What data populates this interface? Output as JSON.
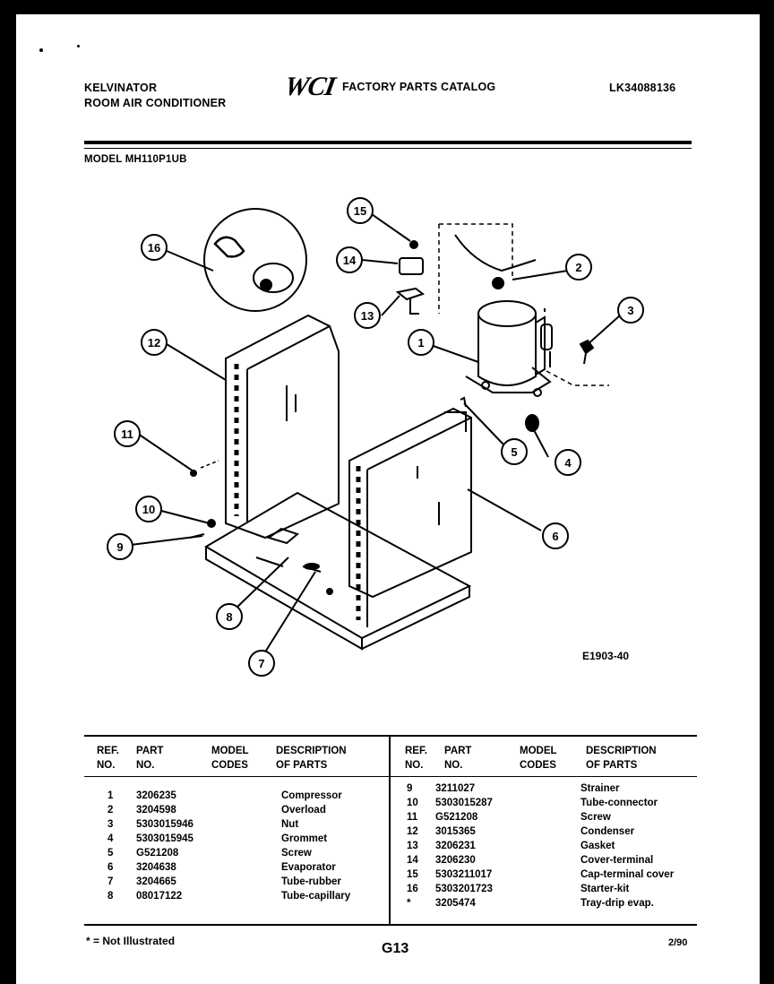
{
  "header": {
    "brand": "KELVINATOR",
    "product": "ROOM AIR CONDITIONER",
    "logo_text": "WCI",
    "catalog_title": "FACTORY PARTS CATALOG",
    "catalog_number": "LK34088136",
    "model_line": "MODEL MH110P1UB"
  },
  "diagram": {
    "figure_code": "E1903-40",
    "callouts": [
      "1",
      "2",
      "3",
      "4",
      "5",
      "6",
      "7",
      "8",
      "9",
      "10",
      "11",
      "12",
      "13",
      "14",
      "15",
      "16"
    ]
  },
  "table": {
    "headers": {
      "ref_no": [
        "REF.",
        "NO."
      ],
      "part_no": [
        "PART",
        "NO."
      ],
      "model_codes": [
        "MODEL",
        "CODES"
      ],
      "description": [
        "DESCRIPTION",
        "OF PARTS"
      ]
    },
    "left": [
      {
        "ref": "1",
        "part": "3206235",
        "code": "",
        "desc": "Compressor"
      },
      {
        "ref": "2",
        "part": "3204598",
        "code": "",
        "desc": "Overload"
      },
      {
        "ref": "3",
        "part": "5303015946",
        "code": "",
        "desc": "Nut"
      },
      {
        "ref": "4",
        "part": "5303015945",
        "code": "",
        "desc": "Grommet"
      },
      {
        "ref": "5",
        "part": "G521208",
        "code": "",
        "desc": "Screw"
      },
      {
        "ref": "6",
        "part": "3204638",
        "code": "",
        "desc": "Evaporator"
      },
      {
        "ref": "7",
        "part": "3204665",
        "code": "",
        "desc": "Tube-rubber"
      },
      {
        "ref": "8",
        "part": "08017122",
        "code": "",
        "desc": "Tube-capillary"
      }
    ],
    "right": [
      {
        "ref": "9",
        "part": "3211027",
        "code": "",
        "desc": "Strainer"
      },
      {
        "ref": "10",
        "part": "5303015287",
        "code": "",
        "desc": "Tube-connector"
      },
      {
        "ref": "11",
        "part": "G521208",
        "code": "",
        "desc": "Screw"
      },
      {
        "ref": "12",
        "part": "3015365",
        "code": "",
        "desc": "Condenser"
      },
      {
        "ref": "13",
        "part": "3206231",
        "code": "",
        "desc": "Gasket"
      },
      {
        "ref": "14",
        "part": "3206230",
        "code": "",
        "desc": "Cover-terminal"
      },
      {
        "ref": "15",
        "part": "5303211017",
        "code": "",
        "desc": "Cap-terminal cover"
      },
      {
        "ref": "16",
        "part": "5303201723",
        "code": "",
        "desc": "Starter-kit"
      },
      {
        "ref": "*",
        "part": "3205474",
        "code": "",
        "desc": "Tray-drip evap."
      }
    ]
  },
  "footer": {
    "note": "* = Not Illustrated",
    "page_code": "G13",
    "date": "2/90"
  }
}
